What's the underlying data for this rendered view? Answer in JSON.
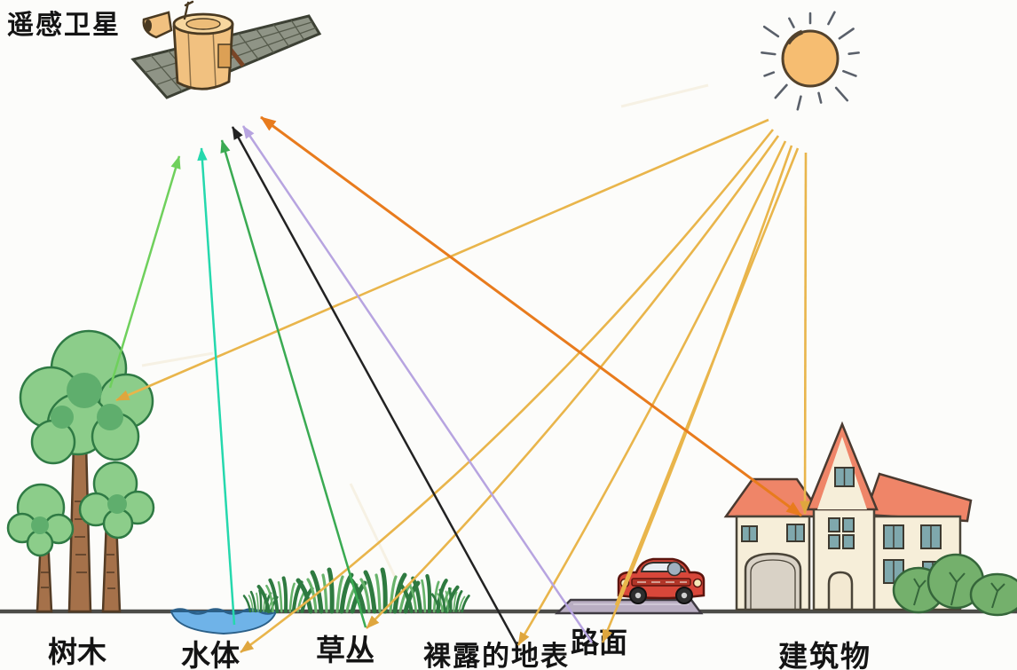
{
  "diagram": {
    "title": "遥感卫星",
    "satellite_label": "遥感卫星",
    "ground_labels": {
      "trees": "树木",
      "water": "水体",
      "grass": "草丛",
      "bare_surface": "裸露的地表",
      "road": "路面",
      "building": "建筑物"
    },
    "colors": {
      "sun_ray": "#e9b54b",
      "sun_fill": "#f6bd71",
      "sun_outline": "#53422c",
      "reflected_trees": "#6fd05c",
      "reflected_water": "#25d8ad",
      "reflected_grass": "#3aaa52",
      "reflected_bare_surface": "#222222",
      "reflected_road": "#b7a4e0",
      "reflected_building": "#e87b1d",
      "roof": "#ef8568",
      "wall": "#f6eed9",
      "ground_line": "#4c4c48"
    },
    "rays": {
      "incident_from_sun_to": [
        "树木",
        "水体",
        "草丛",
        "裸露的地表",
        "路面",
        "建筑物"
      ],
      "reflected_to_satellite_from": [
        "树木",
        "水体",
        "草丛",
        "裸露的地表",
        "路面",
        "建筑物"
      ]
    }
  }
}
